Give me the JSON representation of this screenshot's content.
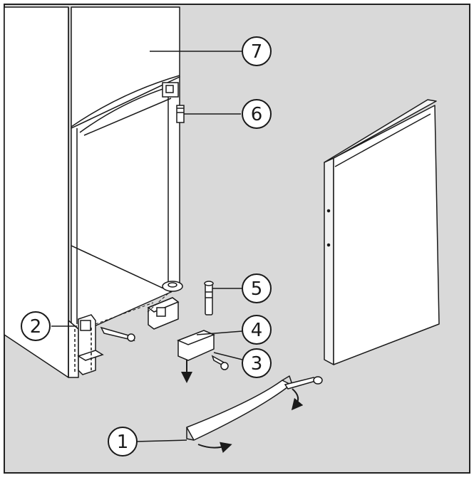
{
  "diagram": {
    "callouts": [
      {
        "id": "callout-1",
        "label": "1"
      },
      {
        "id": "callout-2",
        "label": "2"
      },
      {
        "id": "callout-3",
        "label": "3"
      },
      {
        "id": "callout-4",
        "label": "4"
      },
      {
        "id": "callout-5",
        "label": "5"
      },
      {
        "id": "callout-6",
        "label": "6"
      },
      {
        "id": "callout-7",
        "label": "7"
      }
    ],
    "colors": {
      "background": "#d9d9d9",
      "appliance_face": "#ffffff",
      "outline": "#1a1a1a",
      "frame": "#222222"
    }
  }
}
